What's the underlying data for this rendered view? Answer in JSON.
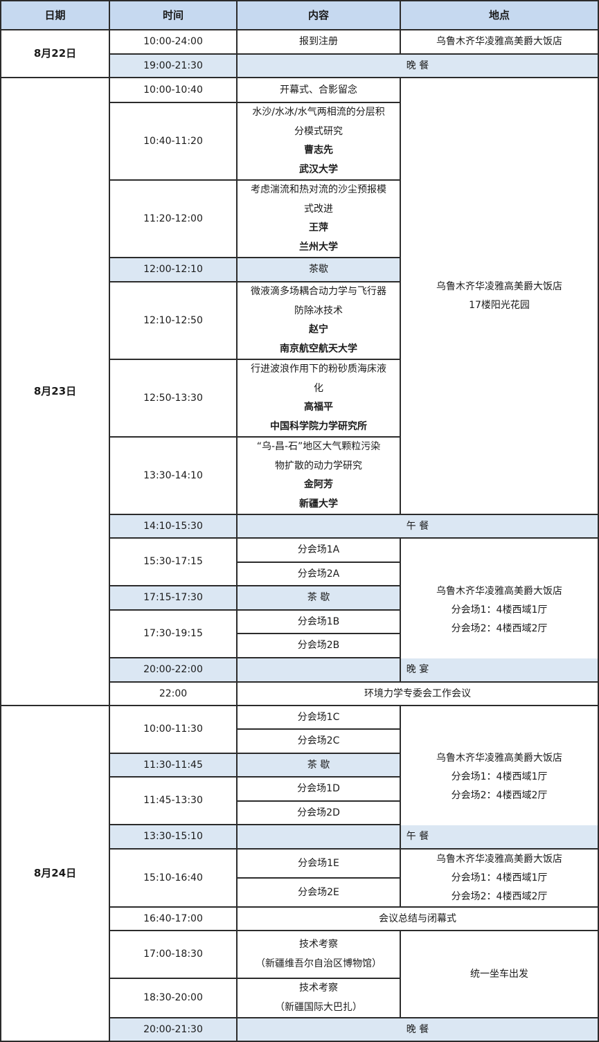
{
  "headers": {
    "date": "日期",
    "time": "时间",
    "content": "内容",
    "venue": "地点"
  },
  "days": {
    "d22": "8月22日",
    "d23": "8月23日",
    "d24": "8月24日"
  },
  "d22": {
    "r1": {
      "time": "10:00-24:00",
      "content": "报到注册",
      "venue": "乌鲁木齐华凌雅高美爵大饭店"
    },
    "r2": {
      "time": "19:00-21:30",
      "content": "晚 餐"
    }
  },
  "d23": {
    "venue_main": {
      "line1": "乌鲁木齐华凌雅高美爵大饭店",
      "line2": "17楼阳光花园"
    },
    "r1": {
      "time": "10:00-10:40",
      "content": "开幕式、合影留念"
    },
    "r2": {
      "time": "10:40-11:20",
      "title1": "水沙/水冰/水气两相流的分层积",
      "title2": "分模式研究",
      "speaker": "曹志先",
      "org": "武汉大学"
    },
    "r3": {
      "time": "11:20-12:00",
      "title1": "考虑湍流和热对流的沙尘预报模",
      "title2": "式改进",
      "speaker": "王萍",
      "org": "兰州大学"
    },
    "r4": {
      "time": "12:00-12:10",
      "content": "茶歇"
    },
    "r5": {
      "time": "12:10-12:50",
      "title1": "微液滴多场耦合动力学与飞行器",
      "title2": "防除冰技术",
      "speaker": "赵宁",
      "org": "南京航空航天大学"
    },
    "r6": {
      "time": "12:50-13:30",
      "title1": "行进波浪作用下的粉砂质海床液",
      "title2": "化",
      "speaker": "高福平",
      "org": "中国科学院力学研究所"
    },
    "r7": {
      "time": "13:30-14:10",
      "title1": "“乌-昌-石”地区大气颗粒污染",
      "title2": "物扩散的动力学研究",
      "speaker": "金阿芳",
      "org": "新疆大学"
    },
    "r8": {
      "time": "14:10-15:30",
      "content": "午 餐"
    },
    "r9": {
      "time": "15:30-17:15",
      "s1": "分会场1A",
      "s2": "分会场2A"
    },
    "venue_sub": {
      "line1": "乌鲁木齐华凌雅高美爵大饭店",
      "line2": "分会场1：4楼西域1厅",
      "line3": "分会场2：4楼西域2厅"
    },
    "r10": {
      "time": "17:15-17:30",
      "content": "茶 歇"
    },
    "r11": {
      "time": "17:30-19:15",
      "s1": "分会场1B",
      "s2": "分会场2B"
    },
    "r12": {
      "time": "20:00-22:00",
      "content": "晚 宴"
    },
    "r13": {
      "time": "22:00",
      "content": "环境力学专委会工作会议"
    }
  },
  "d24": {
    "r1": {
      "time": "10:00-11:30",
      "s1": "分会场1C",
      "s2": "分会场2C"
    },
    "venue_sub": {
      "line1": "乌鲁木齐华凌雅高美爵大饭店",
      "line2": "分会场1：4楼西域1厅",
      "line3": "分会场2：4楼西域2厅"
    },
    "r2": {
      "time": "11:30-11:45",
      "content": "茶 歇"
    },
    "r3": {
      "time": "11:45-13:30",
      "s1": "分会场1D",
      "s2": "分会场2D"
    },
    "r4": {
      "time": "13:30-15:10",
      "content": "午 餐"
    },
    "r5": {
      "time": "15:10-16:40",
      "s1": "分会场1E",
      "s2": "分会场2E"
    },
    "venue_sub2": {
      "line1": "乌鲁木齐华凌雅高美爵大饭店",
      "line2": "分会场1：4楼西域1厅",
      "line3": "分会场2：4楼西域2厅"
    },
    "r6": {
      "time": "16:40-17:00",
      "content": "会议总结与闭幕式"
    },
    "r7": {
      "time": "17:00-18:30",
      "line1": "技术考察",
      "line2": "（新疆维吾尔自治区博物馆）"
    },
    "venue_bus": "统一坐车出发",
    "r8": {
      "time": "18:30-20:00",
      "line1": "技术考察",
      "line2": "（新疆国际大巴扎）"
    },
    "r9": {
      "time": "20:00-21:30",
      "content": "晚 餐"
    }
  }
}
